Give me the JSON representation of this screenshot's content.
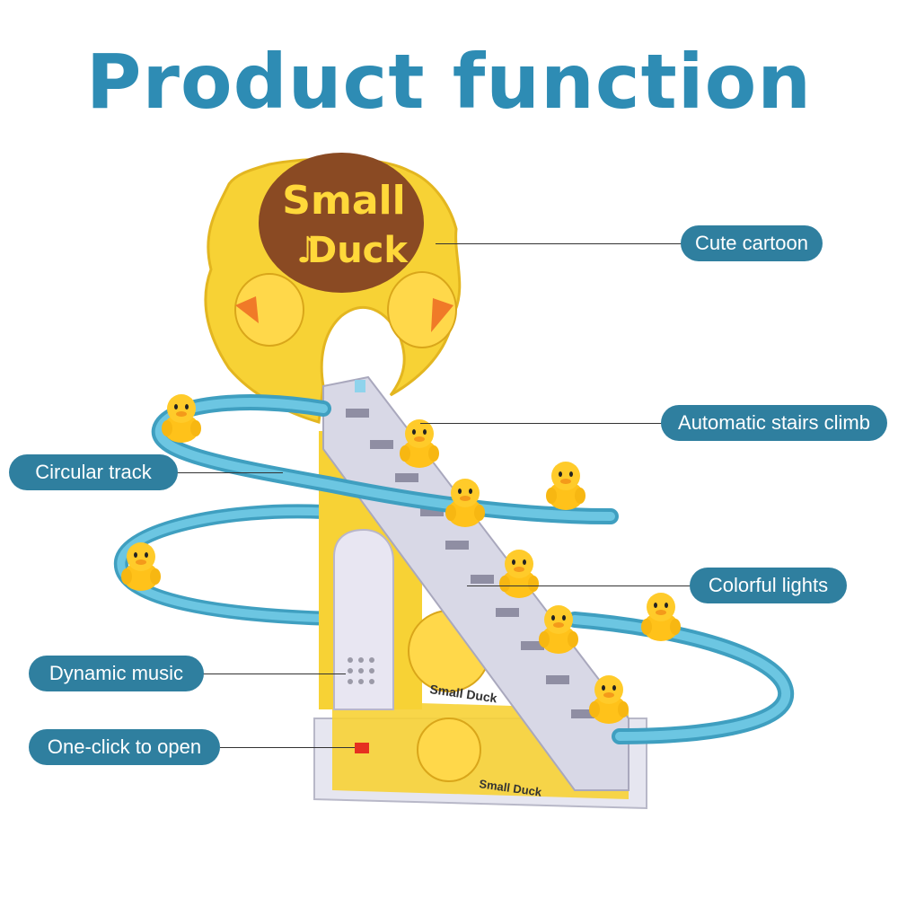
{
  "title": "Product function",
  "sign": {
    "line1": "Small",
    "line2": "Duck"
  },
  "base_labels": {
    "front": "Small Duck",
    "bottom": "Small Duck"
  },
  "callouts": {
    "cute_cartoon": "Cute cartoon",
    "stairs_climb": "Automatic stairs climb",
    "circular_track": "Circular track",
    "colorful_lights": "Colorful lights",
    "dynamic_music": "Dynamic music",
    "one_click_open": "One-click to open"
  },
  "colors": {
    "title": "#2e8cb4",
    "pill": "#2f7f9f",
    "track": "#5ab8d6",
    "board": "#f7d235",
    "sign": "#8a4a23",
    "stairs": "#d8d8e6",
    "duck": "#ffc21a"
  }
}
